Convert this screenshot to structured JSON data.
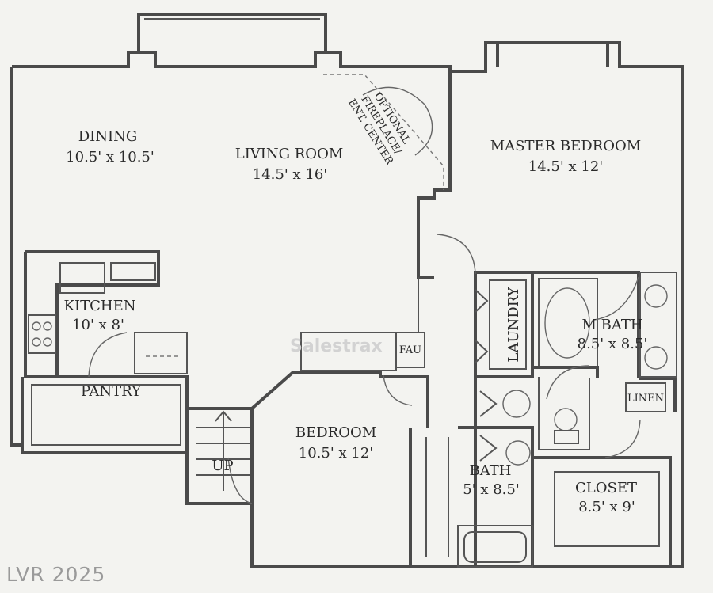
{
  "rooms": {
    "dining": {
      "name": "DINING",
      "size": "10.5' x 10.5'"
    },
    "living": {
      "name": "LIVING ROOM",
      "size": "14.5' x 16'"
    },
    "master": {
      "name": "MASTER BEDROOM",
      "size": "14.5' x 12'"
    },
    "kitchen": {
      "name": "KITCHEN",
      "size": "10' x 8'"
    },
    "pantry": {
      "name": "PANTRY"
    },
    "bedroom": {
      "name": "BEDROOM",
      "size": "10.5' x 12'"
    },
    "bath": {
      "name": "BATH",
      "size": "5' x 8.5'"
    },
    "mbath": {
      "name": "M BATH",
      "size": "8.5' x 8.5'"
    },
    "closet": {
      "name": "CLOSET",
      "size": "8.5' x 9'"
    }
  },
  "labels": {
    "fireplace_1": "OPTIONAL",
    "fireplace_2": "FIREPLACE/",
    "fireplace_3": "ENT. CENTER",
    "laundry": "LAUNDRY",
    "fau": "FAU",
    "linen": "LINEN",
    "stairs": "UP"
  },
  "watermarks": {
    "mls": "LVR 2025",
    "center": "Salestrax"
  }
}
